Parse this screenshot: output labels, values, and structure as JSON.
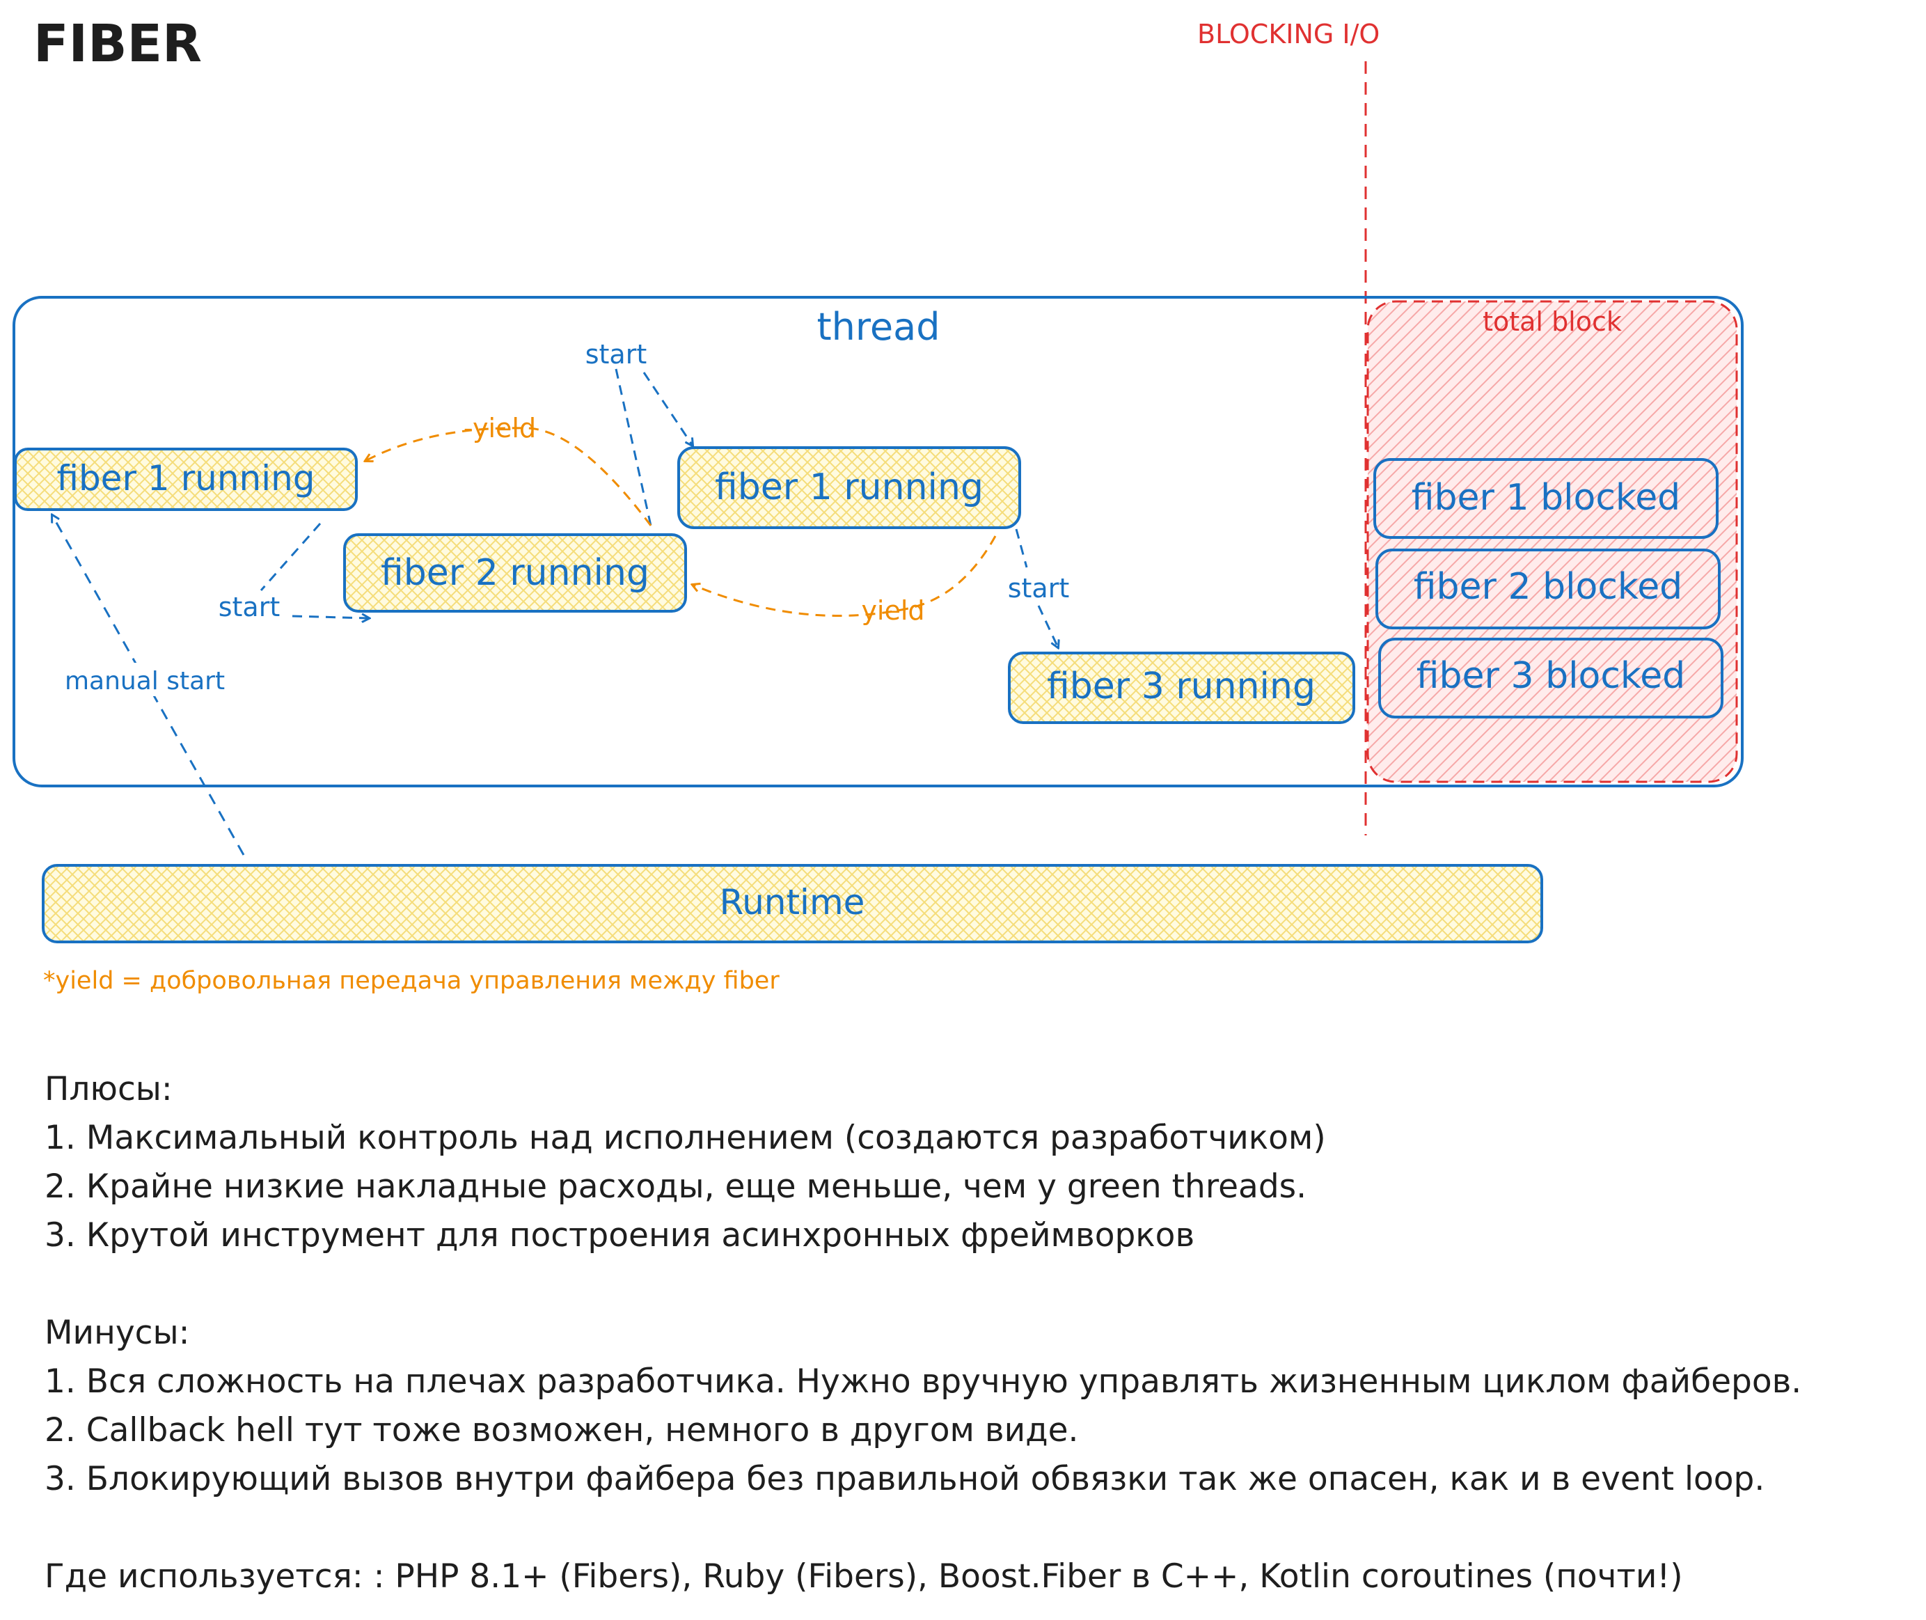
{
  "title": "FIBER",
  "blocking_io_label": "BLOCKING I/O",
  "thread_label": "thread",
  "total_block_label": "total block",
  "fibers_running": [
    "fiber 1 running",
    "fiber 2 running",
    "fiber 1 running",
    "fiber 3 running"
  ],
  "fibers_blocked": [
    "fiber 1 blocked",
    "fiber 2 blocked",
    "fiber 3 blocked"
  ],
  "edge_labels": {
    "start_top": "start",
    "start_mid": "start",
    "start_right": "start",
    "yield_top": "-yield",
    "yield_bottom": "yield",
    "manual_start": "manual start"
  },
  "runtime_label": "Runtime",
  "footnote": "*yield = добровольная передача управления между fiber",
  "pros": {
    "title": "Плюсы:",
    "items": [
      "1. Максимальный контроль над исполнением (создаются разработчиком)",
      "2. Крайне низкие накладные расходы, еще меньше, чем у green threads.",
      "3. Крутой инструмент для построения асинхронных фреймворков"
    ]
  },
  "cons": {
    "title": "Минусы:",
    "items": [
      "1. Вся сложность на плечах разработчика. Нужно вручную управлять жизненным циклом файберов.",
      "2. Callback hell тут тоже возможен, немного в другом виде.",
      "3. Блокирующий вызов внутри файбера без правильной обвязки так же опасен, как и в event loop."
    ]
  },
  "usage": "Где используется: : PHP 8.1+ (Fibers), Ruby (Fibers), Boost.Fiber в C++, Kotlin coroutines (почти!)",
  "colors": {
    "blue": "#1971c2",
    "orange": "#f08c00",
    "red": "#e03131",
    "yellow_fill": "#fff3bf",
    "red_fill": "#ffe3e3"
  }
}
